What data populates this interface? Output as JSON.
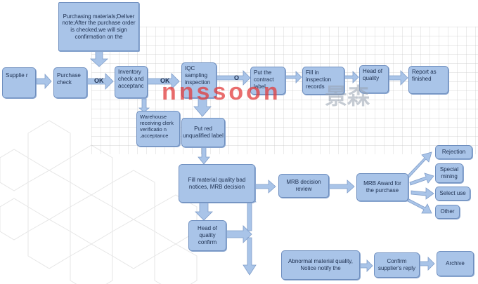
{
  "nodes": {
    "supplier": "Supplie r",
    "purchase_check": "Purchase check",
    "purchasing_materials": "Purchasing materials;Deliver note;After the purchase order is checked,we will sign confirmation on the",
    "inventory_check": "Inventory check and acceptanc",
    "iqc_inspection": "IQC sampling inspection",
    "put_contract_label": "Put the contract label",
    "fill_inspection_records": "Fill in inspection records",
    "head_of_quality_top": "Head of quality",
    "report_finished": "Report as finished",
    "warehouse_receiving": "Warehouse receiving clerk verificatio n ,acceptance",
    "put_red_label": "Put red unqualified label",
    "fill_quality_notices": "Fill material quality bad notices, MRB decision",
    "head_of_quality_confirm": "Head of quality confirm",
    "mrb_decision_review": "MRB decision review",
    "mrb_award": "MRB Award for the purchase",
    "rejection": "Rejection",
    "special_mining": "Special mining",
    "select_use": "Select use",
    "other": "Other",
    "abnormal_notice": "Abnormal material quality,  Notice notify the",
    "confirm_supplier_reply": "Confirm supplier's reply",
    "archive": "Archive"
  },
  "arrow_labels": {
    "ok1": "OK",
    "ok2": "OK",
    "o": "O"
  },
  "watermark": {
    "latin": "nnssoon",
    "chinese": "景森"
  },
  "colors": {
    "box_fill": "#a9c4e8",
    "box_border": "#6f8fbf",
    "arrow": "#a9c4e8",
    "grid": "#c8c8c8"
  }
}
